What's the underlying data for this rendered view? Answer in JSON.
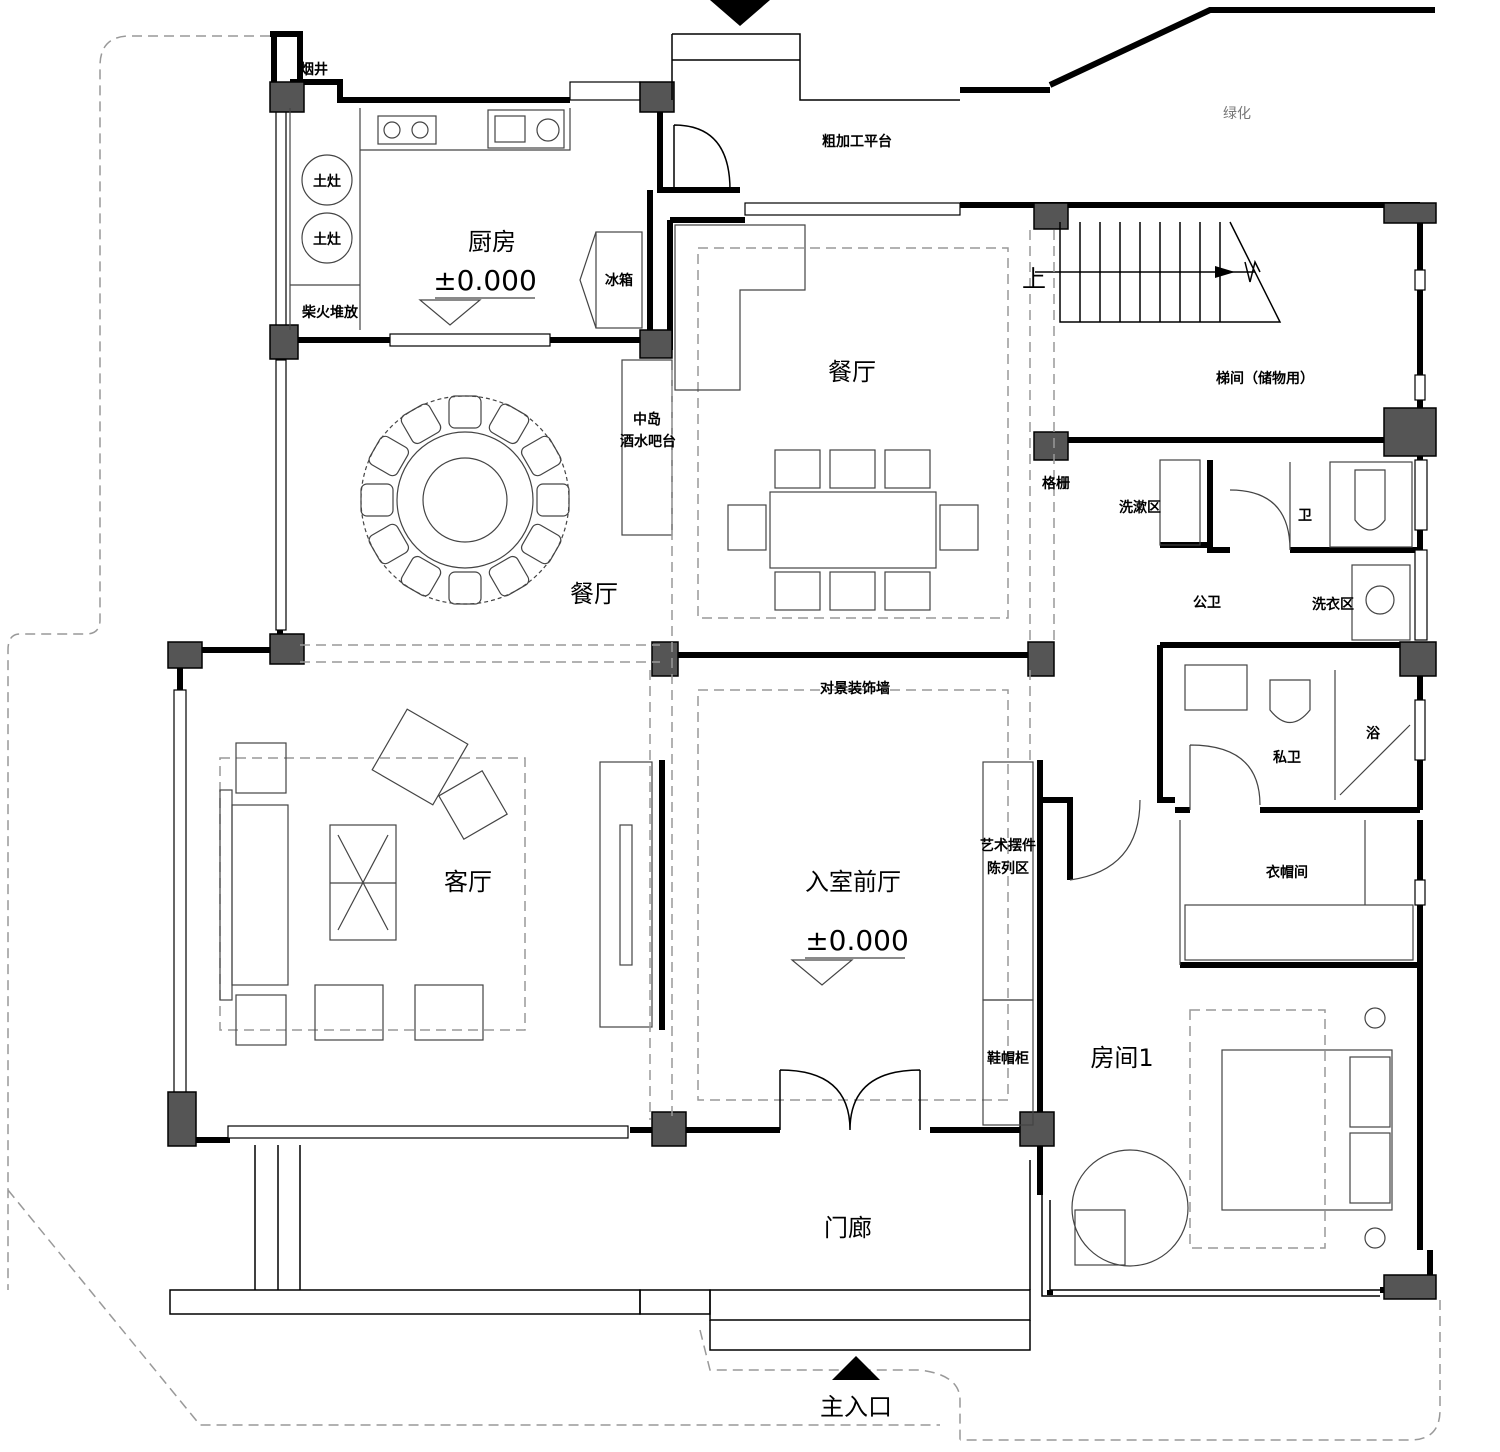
{
  "rooms": {
    "kitchen": "厨房",
    "chimney": "烟井",
    "stove1": "土灶",
    "stove2": "土灶",
    "firewood": "柴火堆放",
    "fridge": "冰箱",
    "kitchen_level": "±0.000",
    "processing": "粗加工平台",
    "greenery": "绿化",
    "dining_main": "餐厅",
    "dining_round": "餐厅",
    "island_bar_1": "中岛",
    "island_bar_2": "酒水吧台",
    "up": "上",
    "stair": "梯间（储物用）",
    "lattice": "格栅",
    "washarea": "洗漱区",
    "toilet": "卫",
    "public_wc": "公卫",
    "laundry": "洗衣区",
    "private_wc": "私卫",
    "bath": "浴",
    "feature_wall": "对景装饰墙",
    "living": "客厅",
    "foyer": "入室前厅",
    "foyer_level": "±0.000",
    "art_display_1": "艺术摆件",
    "art_display_2": "陈列区",
    "shoe_cabinet": "鞋帽柜",
    "wardrobe": "衣帽间",
    "room1": "房间1",
    "porch": "门廊",
    "main_entrance": "主入口"
  }
}
